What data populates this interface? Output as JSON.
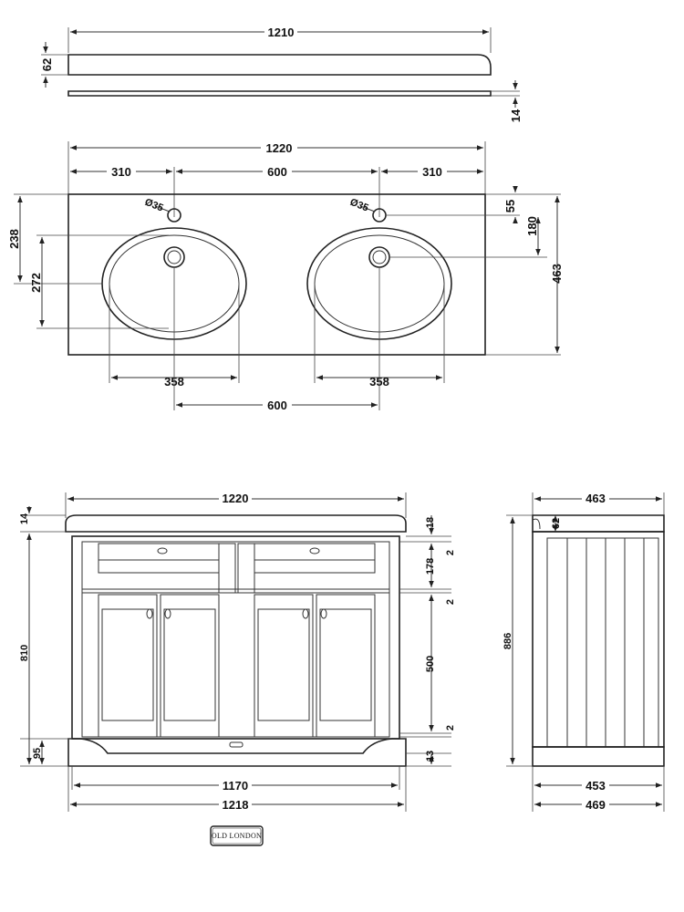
{
  "worktop_plan": {
    "length": "1210",
    "height": "62",
    "thickness": "14"
  },
  "basin_top_plan": {
    "width": "1220",
    "left_offset": "310",
    "tap_spacing": "600",
    "right_offset": "310",
    "tap_hole_left": "Ø35",
    "tap_hole_right": "Ø35",
    "tap_inset": "55",
    "tap_to_waste": "180",
    "depth": "463",
    "bowl_front_offset": "238",
    "bowl_depth": "272",
    "bowl_width_left": "358",
    "bowl_width_right": "358",
    "bowl_centres": "600"
  },
  "front_elevation": {
    "top_width": "1220",
    "top_thickness": "14",
    "overall_height": "810",
    "plinth_height": "95",
    "top_overhang": "18",
    "gap_top": "2",
    "drawer_height": "178",
    "gap_mid": "2",
    "door_height": "500",
    "gap_bottom": "2",
    "plinth_gap": "13",
    "carcass_width": "1170",
    "plinth_width": "1218"
  },
  "side_elevation": {
    "top_depth": "463",
    "top_thickness": "62",
    "overall_height": "886",
    "carcass_depth": "453",
    "plinth_depth": "469"
  },
  "brand": {
    "logo_text": "OLD LONDON"
  }
}
